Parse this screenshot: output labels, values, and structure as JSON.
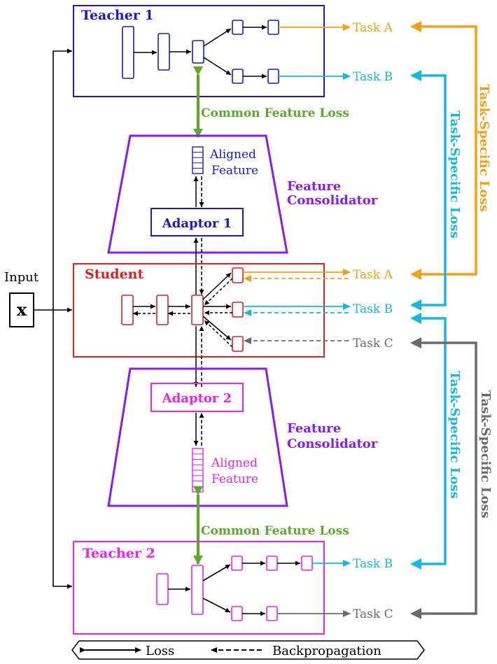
{
  "teacher1": {
    "title": "Teacher 1",
    "task_a": "Task A",
    "task_b": "Task B"
  },
  "teacher2": {
    "title": "Teacher 2",
    "task_b": "Task B",
    "task_c": "Task C"
  },
  "student": {
    "title": "Student",
    "task_a": "Task A",
    "task_b": "Task B",
    "task_c": "Task C"
  },
  "input": {
    "label": "Input",
    "symbol": "x"
  },
  "consolidator1": {
    "label_line1": "Feature",
    "label_line2": "Consolidator",
    "adaptor": "Adaptor 1",
    "aligned_line1": "Aligned",
    "aligned_line2": "Feature"
  },
  "consolidator2": {
    "label_line1": "Feature",
    "label_line2": "Consolidator",
    "adaptor": "Adaptor 2",
    "aligned_line1": "Aligned",
    "aligned_line2": "Feature"
  },
  "losses": {
    "common_top": "Common Feature Loss",
    "common_bottom": "Common Feature Loss",
    "task_specific_a": "Task-Specific Loss",
    "task_specific_b_top": "Task-Specific Loss",
    "task_specific_b_bottom": "Task-Specific Loss",
    "task_specific_c": "Task-Specific Loss"
  },
  "legend": {
    "loss": "Loss",
    "backprop": "Backpropagation"
  },
  "colors": {
    "teacher1": "#1a1acc",
    "student": "#e02020",
    "teacher2": "#ee22ee",
    "consolidator": "#8a1aee",
    "common_loss": "#5aaa2a",
    "task_a": "#f5a011",
    "task_b": "#14b8e0",
    "task_c": "#6a6a6a"
  }
}
